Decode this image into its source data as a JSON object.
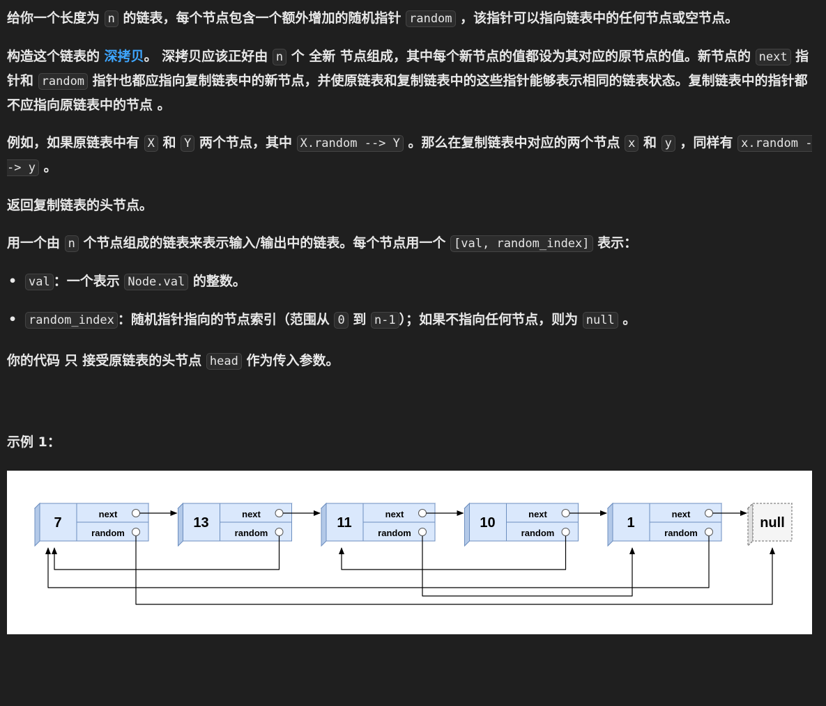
{
  "p1": {
    "a": "给你一个长度为 ",
    "n": "n",
    "b": " 的链表，每个节点包含一个额外增加的随机指针 ",
    "random": "random",
    "c": " ，该指针可以指向链表中的任何节点或空节点。"
  },
  "p2": {
    "a": "构造这个链表的 ",
    "link": "深拷贝",
    "b": "。 深拷贝应该正好由 ",
    "n": "n",
    "c": " 个 ",
    "new": "全新",
    "d": " 节点组成，其中每个新节点的值都设为其对应的原节点的值。新节点的 ",
    "next": "next",
    "e": " 指针和 ",
    "random": "random",
    "f": " 指针也都应指向复制链表中的新节点，并使原链表和复制链表中的这些指针能够表示相同的链表状态。",
    "g": "复制链表中的指针都不应指向原链表中的节点",
    "h": " 。"
  },
  "p3": {
    "a": "例如，如果原链表中有 ",
    "X": "X",
    "b": " 和 ",
    "Y": "Y",
    "c": " 两个节点，其中 ",
    "xr": "X.random --> Y",
    "d": " 。那么在复制链表中对应的两个节点 ",
    "x": "x",
    "e": " 和 ",
    "y": "y",
    "f": " ，同样有 ",
    "xr2": "x.random --> y",
    "g": " 。"
  },
  "p4": "返回复制链表的头节点。",
  "p5": {
    "a": "用一个由 ",
    "n": "n",
    "b": " 个节点组成的链表来表示输入/输出中的链表。每个节点用一个 ",
    "pair": "[val, random_index]",
    "c": " 表示："
  },
  "bullets": [
    {
      "code": "val",
      "a": "：一个表示 ",
      "code2": "Node.val",
      "b": " 的整数。"
    },
    {
      "code": "random_index",
      "a": "：随机指针指向的节点索引（范围从 ",
      "zero": "0",
      "b": " 到 ",
      "nm1": "n-1",
      "c": "）；如果不指向任何节点，则为 ",
      "null": "null",
      "d": " 。"
    }
  ],
  "p6": {
    "a": "你的代码 ",
    "only": "只",
    "b": " 接受原链表的头节点 ",
    "head": "head",
    "c": " 作为传入参数。"
  },
  "example_title": "示例 1：",
  "diagram": {
    "nodes": [
      "7",
      "13",
      "11",
      "10",
      "1"
    ],
    "next_label": "next",
    "random_label": "random",
    "null_label": "null",
    "colors": {
      "box_fill": "#dae8fc",
      "box_stroke": "#6c8ebf",
      "null_fill": "#f5f5f5",
      "null_stroke": "#666666"
    }
  }
}
